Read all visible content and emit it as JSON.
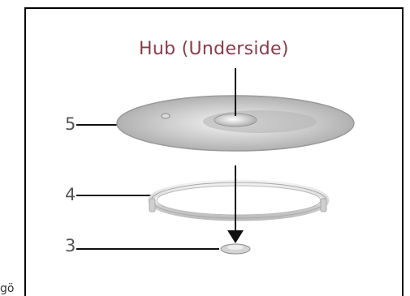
{
  "diagram": {
    "hub_label": "Hub (Underside)",
    "labels": [
      "5",
      "4",
      "3"
    ],
    "edge_text": "gö"
  }
}
